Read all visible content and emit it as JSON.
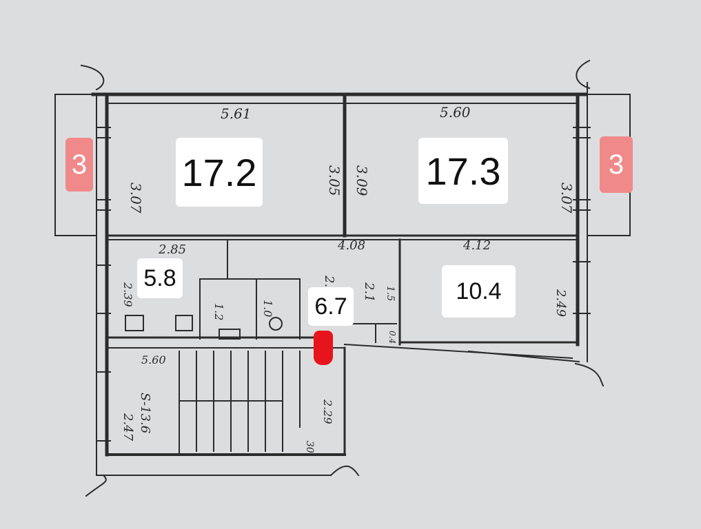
{
  "colors": {
    "paper": "#dcdddf",
    "ink": "#2b2b2b",
    "balcony_badge": "#f08a8a",
    "marker": "#e8141c"
  },
  "rooms": [
    {
      "id": "room-1",
      "area": "17.2",
      "width_label": "5.61",
      "height_left": "3.07",
      "height_right": "3.05"
    },
    {
      "id": "room-2",
      "area": "17.3",
      "width_label": "5.60",
      "height_left": "3.09",
      "height_right": "3.07"
    },
    {
      "id": "kitchen",
      "area": "5.8",
      "width_label": "2.85",
      "height_left": "2.39"
    },
    {
      "id": "hall",
      "area": "6.7",
      "width_label": "4.08",
      "height_left": "2.2",
      "height_right": "2.1"
    },
    {
      "id": "room-3",
      "area": "10.4",
      "width_label": "4.12",
      "height_right": "2.49"
    }
  ],
  "balconies": {
    "left": "3",
    "right": "3"
  },
  "stair": {
    "width_label": "5.60",
    "height_label": "2.47",
    "area_label": "S-13.6"
  },
  "corridor": {
    "height_label": "2.29",
    "small_label": "30"
  },
  "bath_labels": [
    "1.2",
    "1.0"
  ],
  "misc_labels": [
    "1.5",
    "0.4"
  ]
}
